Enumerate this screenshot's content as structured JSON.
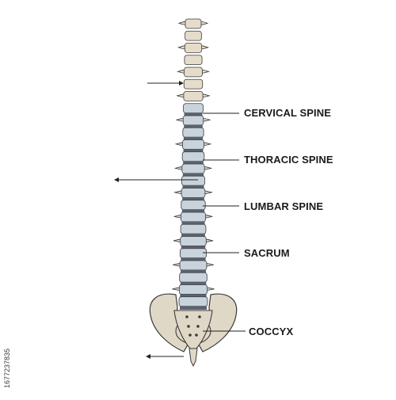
{
  "labels": {
    "cervical": "CERVICAL SPINE",
    "thoracic": "THORACIC SPINE",
    "lumbar": "LUMBAR SPINE",
    "sacrum": "SACRUM",
    "coccyx": "COCCYX"
  },
  "side_text": "1677237835",
  "colors": {
    "vertebra": "#c9d3dc",
    "vertebra_upper": "#e5dcc9",
    "disc": "#5b6470",
    "pelvis": "#e0d8c6",
    "outline": "#3a3a3a"
  }
}
